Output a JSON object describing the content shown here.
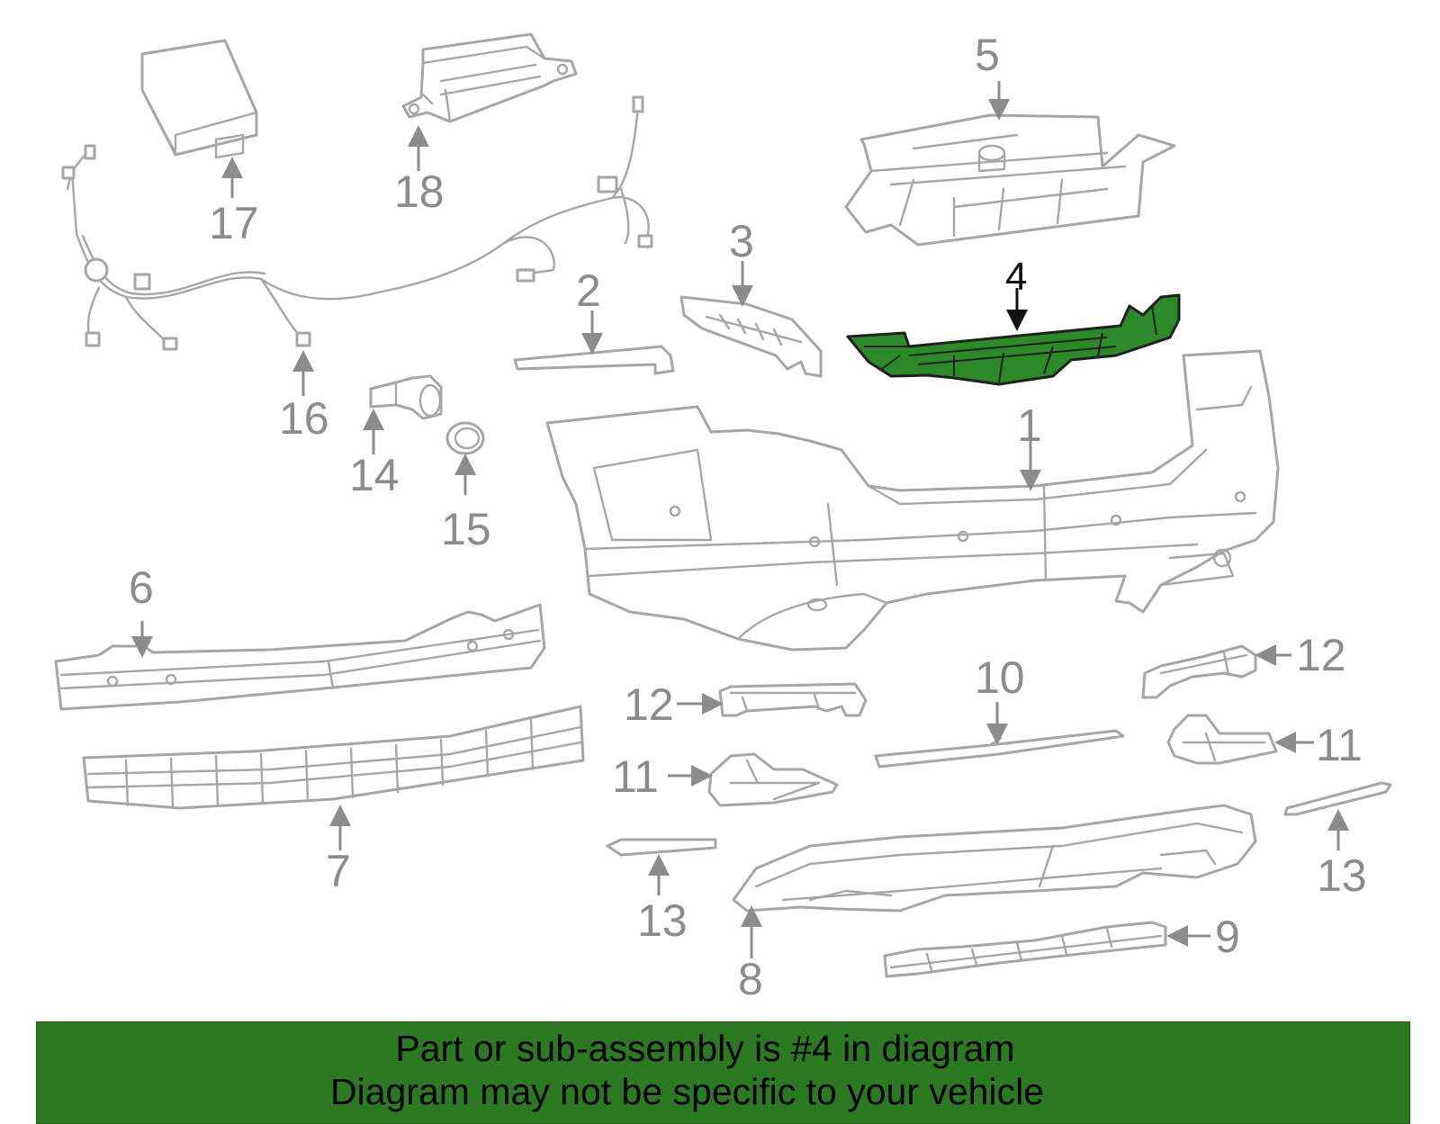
{
  "diagram": {
    "highlight_color": "#2d8a28",
    "line_color": "#a6a6a6",
    "highlighted_part": "4",
    "callouts": {
      "c1": "1",
      "c2": "2",
      "c3": "3",
      "c4": "4",
      "c5": "5",
      "c6": "6",
      "c7": "7",
      "c8": "8",
      "c9": "9",
      "c10": "10",
      "c11a": "11",
      "c11b": "11",
      "c12a": "12",
      "c12b": "12",
      "c13a": "13",
      "c13b": "13",
      "c14": "14",
      "c15": "15",
      "c16": "16",
      "c17": "17",
      "c18": "18"
    }
  },
  "banner": {
    "background": "#2b7a22",
    "line1": "Part or sub-assembly is #4 in diagram",
    "line2": "Diagram may not be specific to your vehicle"
  }
}
